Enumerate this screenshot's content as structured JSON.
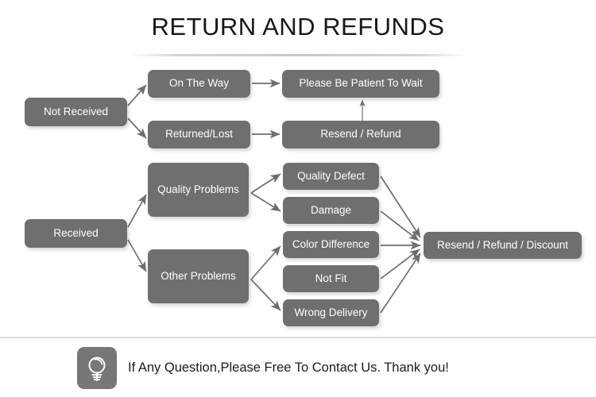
{
  "header": {
    "title": "RETURN AND REFUNDS",
    "divider": true
  },
  "theme": {
    "node_fill": "#6f6f6f",
    "node_text": "#ffffff",
    "background": "#ffffff",
    "arrow_color": "#6e6e6e",
    "title_color": "#171717",
    "rule_color": "#dddddd"
  },
  "flow": {
    "nodes": {
      "not_received": "Not Received",
      "on_the_way": "On The Way",
      "returned_lost": "Returned/Lost",
      "please_be_patient": "Please Be Patient To Wait",
      "resend_refund": "Resend / Refund",
      "received": "Received",
      "quality_problems": "Quality Problems",
      "other_problems": "Other Problems",
      "quality_defect": "Quality Defect",
      "damage": "Damage",
      "color_difference": "Color Difference",
      "not_fit": "Not Fit",
      "wrong_delivery": "Wrong Delivery",
      "resend_refund_discount": "Resend / Refund / Discount"
    },
    "edges": [
      {
        "from": "not_received",
        "to": "on_the_way"
      },
      {
        "from": "not_received",
        "to": "returned_lost"
      },
      {
        "from": "on_the_way",
        "to": "please_be_patient"
      },
      {
        "from": "returned_lost",
        "to": "resend_refund"
      },
      {
        "from": "resend_refund",
        "to": "please_be_patient"
      },
      {
        "from": "received",
        "to": "quality_problems"
      },
      {
        "from": "received",
        "to": "other_problems"
      },
      {
        "from": "quality_problems",
        "to": "quality_defect"
      },
      {
        "from": "quality_problems",
        "to": "damage"
      },
      {
        "from": "other_problems",
        "to": "color_difference"
      },
      {
        "from": "other_problems",
        "to": "wrong_delivery"
      },
      {
        "from": "quality_defect",
        "to": "resend_refund_discount"
      },
      {
        "from": "damage",
        "to": "resend_refund_discount"
      },
      {
        "from": "color_difference",
        "to": "resend_refund_discount"
      },
      {
        "from": "not_fit",
        "to": "resend_refund_discount"
      },
      {
        "from": "wrong_delivery",
        "to": "resend_refund_discount"
      }
    ]
  },
  "footer": {
    "icon": "lightbulb-icon",
    "message": "If Any Question,Please Free To Contact Us. Thank you!"
  }
}
